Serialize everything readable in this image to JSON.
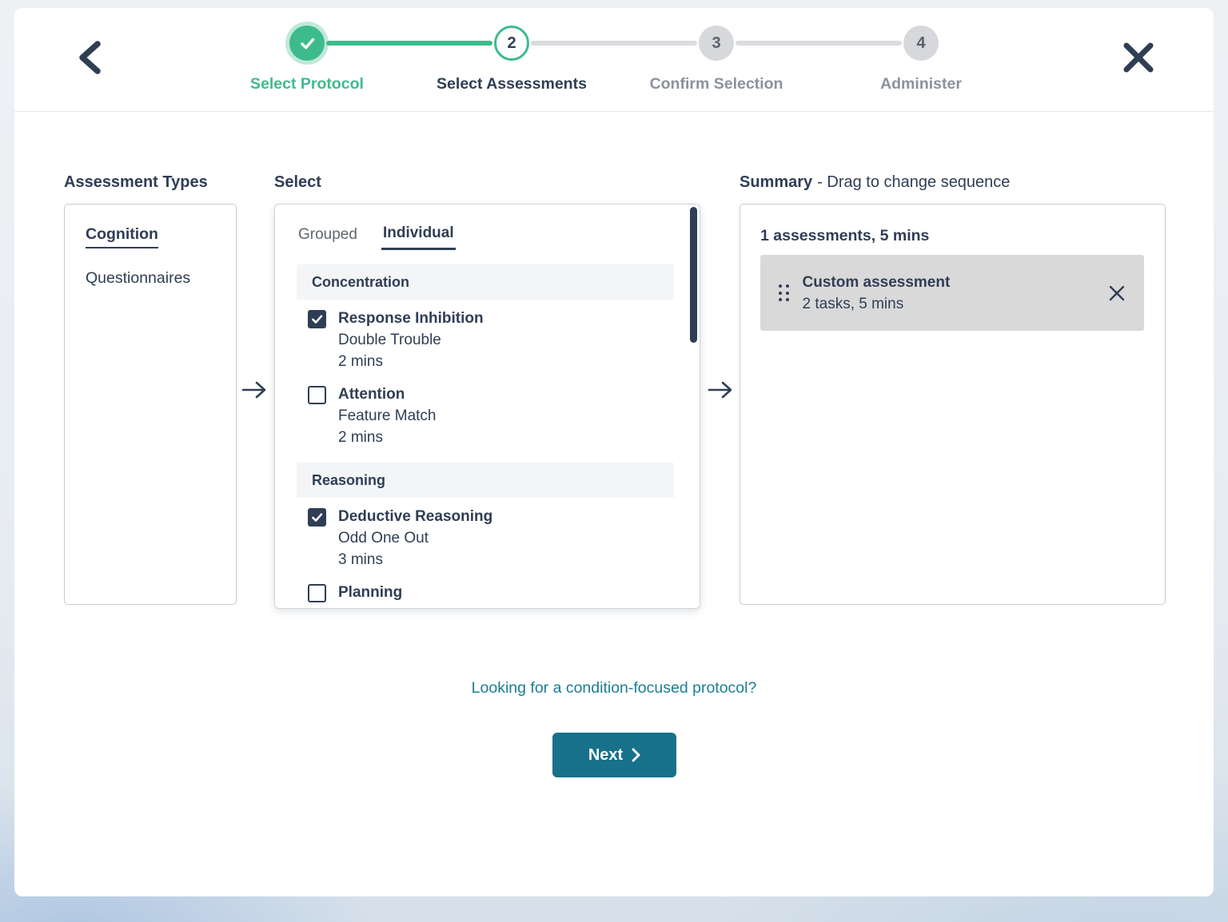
{
  "stepper": {
    "steps": [
      {
        "label": "Select Protocol",
        "state": "complete"
      },
      {
        "number": "2",
        "label": "Select Assessments",
        "state": "active"
      },
      {
        "number": "3",
        "label": "Confirm Selection",
        "state": "upcoming"
      },
      {
        "number": "4",
        "label": "Administer",
        "state": "upcoming"
      }
    ]
  },
  "assessment_types": {
    "heading": "Assessment Types",
    "items": [
      {
        "label": "Cognition",
        "selected": true
      },
      {
        "label": "Questionnaires",
        "selected": false
      }
    ]
  },
  "select_panel": {
    "heading": "Select",
    "tabs": [
      {
        "label": "Grouped",
        "active": false
      },
      {
        "label": "Individual",
        "active": true
      }
    ],
    "sections": [
      {
        "title": "Concentration",
        "items": [
          {
            "name": "Response Inhibition",
            "task": "Double Trouble",
            "duration": "2 mins",
            "checked": true
          },
          {
            "name": "Attention",
            "task": "Feature Match",
            "duration": "2 mins",
            "checked": false
          }
        ]
      },
      {
        "title": "Reasoning",
        "items": [
          {
            "name": "Deductive Reasoning",
            "task": "Odd One Out",
            "duration": "3 mins",
            "checked": true
          },
          {
            "name": "Planning",
            "checked": false
          }
        ]
      }
    ]
  },
  "summary_panel": {
    "heading_bold": "Summary",
    "heading_rest": "- Drag to change sequence",
    "count_line": "1 assessments, 5 mins",
    "cards": [
      {
        "title": "Custom assessment",
        "subtitle": "2 tasks, 5 mins"
      }
    ]
  },
  "footer": {
    "link_text": "Looking for a condition-focused protocol?",
    "next_label": "Next"
  },
  "colors": {
    "navy": "#2f3e55",
    "green": "#3ebb8d",
    "teal": "#17718a",
    "teal-link": "#1a7f94",
    "step-gray": "#8b929c",
    "circle-gray": "#d6d8db",
    "section-bg": "#f3f5f7",
    "card-gray": "#d9d9d9"
  }
}
